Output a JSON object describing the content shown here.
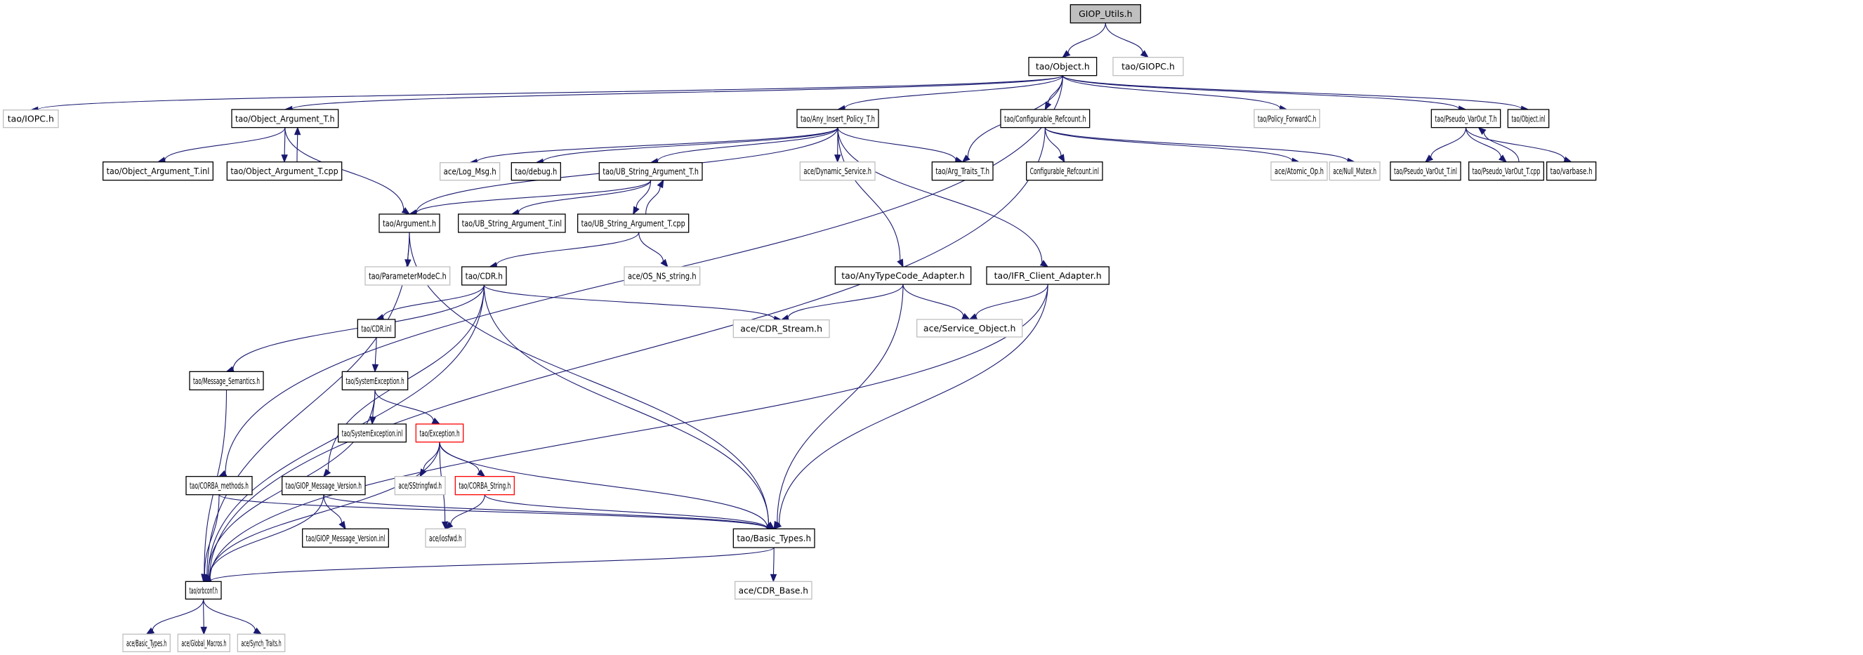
{
  "diagram": {
    "title": "GIOP_Utils.h include dependency graph",
    "colors": {
      "edge": "#191970",
      "root_fill": "#bfbfbf",
      "documented_border": "#000000",
      "undocumented_border": "#bfbfbf",
      "incomplete_border": "#ff0000"
    },
    "nodes": [
      {
        "id": "giop_utils",
        "label": "GIOP_Utils.h",
        "style": "root"
      },
      {
        "id": "object_h",
        "label": "tao/Object.h",
        "style": "normal"
      },
      {
        "id": "giopc_h",
        "label": "tao/GIOPC.h",
        "style": "gray"
      },
      {
        "id": "iopc_h",
        "label": "tao/IOPC.h",
        "style": "gray"
      },
      {
        "id": "object_argument_t_h",
        "label": "tao/Object_Argument_T.h",
        "style": "normal"
      },
      {
        "id": "any_insert_policy_t_h",
        "label": "tao/Any_Insert_Policy_T.h",
        "style": "normal"
      },
      {
        "id": "configurable_refcount_h",
        "label": "tao/Configurable_Refcount.h",
        "style": "normal"
      },
      {
        "id": "policy_forwardc_h",
        "label": "tao/Policy_ForwardC.h",
        "style": "gray"
      },
      {
        "id": "pseudo_varout_t_h",
        "label": "tao/Pseudo_VarOut_T.h",
        "style": "normal"
      },
      {
        "id": "object_inl",
        "label": "tao/Object.inl",
        "style": "normal"
      },
      {
        "id": "object_argument_t_inl",
        "label": "tao/Object_Argument_T.inl",
        "style": "normal"
      },
      {
        "id": "object_argument_t_cpp",
        "label": "tao/Object_Argument_T.cpp",
        "style": "normal"
      },
      {
        "id": "log_msg_h",
        "label": "ace/Log_Msg.h",
        "style": "gray"
      },
      {
        "id": "debug_h",
        "label": "tao/debug.h",
        "style": "normal"
      },
      {
        "id": "ub_string_argument_t_h",
        "label": "tao/UB_String_Argument_T.h",
        "style": "normal"
      },
      {
        "id": "dynamic_service_h",
        "label": "ace/Dynamic_Service.h",
        "style": "gray"
      },
      {
        "id": "arg_traits_t_h",
        "label": "tao/Arg_Traits_T.h",
        "style": "normal"
      },
      {
        "id": "configurable_refcount_inl",
        "label": "Configurable_Refcount.inl",
        "style": "normal"
      },
      {
        "id": "atomic_op_h",
        "label": "ace/Atomic_Op.h",
        "style": "gray"
      },
      {
        "id": "null_mutex_h",
        "label": "ace/Null_Mutex.h",
        "style": "gray"
      },
      {
        "id": "pseudo_varout_t_inl",
        "label": "tao/Pseudo_VarOut_T.inl",
        "style": "normal"
      },
      {
        "id": "pseudo_varout_t_cpp",
        "label": "tao/Pseudo_VarOut_T.cpp",
        "style": "normal"
      },
      {
        "id": "varbase_h",
        "label": "tao/varbase.h",
        "style": "normal"
      },
      {
        "id": "argument_h",
        "label": "tao/Argument.h",
        "style": "normal"
      },
      {
        "id": "ub_string_argument_t_inl",
        "label": "tao/UB_String_Argument_T.inl",
        "style": "normal"
      },
      {
        "id": "ub_string_argument_t_cpp",
        "label": "tao/UB_String_Argument_T.cpp",
        "style": "normal"
      },
      {
        "id": "parametermodec_h",
        "label": "tao/ParameterModeC.h",
        "style": "gray"
      },
      {
        "id": "cdr_h",
        "label": "tao/CDR.h",
        "style": "normal"
      },
      {
        "id": "os_ns_string_h",
        "label": "ace/OS_NS_string.h",
        "style": "gray"
      },
      {
        "id": "anytypecode_adapter_h",
        "label": "tao/AnyTypeCode_Adapter.h",
        "style": "normal"
      },
      {
        "id": "ifr_client_adapter_h",
        "label": "tao/IFR_Client_Adapter.h",
        "style": "normal"
      },
      {
        "id": "cdr_inl",
        "label": "tao/CDR.inl",
        "style": "normal"
      },
      {
        "id": "cdr_stream_h",
        "label": "ace/CDR_Stream.h",
        "style": "gray"
      },
      {
        "id": "service_object_h",
        "label": "ace/Service_Object.h",
        "style": "gray"
      },
      {
        "id": "message_semantics_h",
        "label": "tao/Message_Semantics.h",
        "style": "normal"
      },
      {
        "id": "systemexception_h",
        "label": "tao/SystemException.h",
        "style": "normal"
      },
      {
        "id": "systemexception_inl",
        "label": "tao/SystemException.inl",
        "style": "normal"
      },
      {
        "id": "exception_h",
        "label": "tao/Exception.h",
        "style": "red"
      },
      {
        "id": "corba_methods_h",
        "label": "tao/CORBA_methods.h",
        "style": "normal"
      },
      {
        "id": "giop_message_version_h",
        "label": "tao/GIOP_Message_Version.h",
        "style": "normal"
      },
      {
        "id": "sstringfwd_h",
        "label": "ace/SStringfwd.h",
        "style": "gray"
      },
      {
        "id": "corba_string_h",
        "label": "tao/CORBA_String.h",
        "style": "red"
      },
      {
        "id": "giop_message_version_inl",
        "label": "tao/GIOP_Message_Version.inl",
        "style": "normal"
      },
      {
        "id": "iosfwd_h",
        "label": "ace/iosfwd.h",
        "style": "gray"
      },
      {
        "id": "basic_types_h",
        "label": "tao/Basic_Types.h",
        "style": "normal"
      },
      {
        "id": "orbconf_h",
        "label": "tao/orbconf.h",
        "style": "normal"
      },
      {
        "id": "cdr_base_h",
        "label": "ace/CDR_Base.h",
        "style": "gray"
      },
      {
        "id": "ace_basic_types_h",
        "label": "ace/Basic_Types.h",
        "style": "gray"
      },
      {
        "id": "global_macros_h",
        "label": "ace/Global_Macros.h",
        "style": "gray"
      },
      {
        "id": "synch_traits_h",
        "label": "ace/Synch_Traits.h",
        "style": "gray"
      }
    ],
    "edges": [
      [
        "giop_utils",
        "object_h"
      ],
      [
        "giop_utils",
        "giopc_h"
      ],
      [
        "object_h",
        "iopc_h"
      ],
      [
        "object_h",
        "object_argument_t_h"
      ],
      [
        "object_h",
        "any_insert_policy_t_h"
      ],
      [
        "object_h",
        "arg_traits_t_h"
      ],
      [
        "object_h",
        "configurable_refcount_h"
      ],
      [
        "object_h",
        "policy_forwardc_h"
      ],
      [
        "object_h",
        "pseudo_varout_t_h"
      ],
      [
        "object_h",
        "object_inl"
      ],
      [
        "object_h",
        "corba_methods_h"
      ],
      [
        "object_argument_t_h",
        "object_argument_t_inl"
      ],
      [
        "object_argument_t_h",
        "object_argument_t_cpp"
      ],
      [
        "object_argument_t_cpp",
        "object_argument_t_h"
      ],
      [
        "object_argument_t_h",
        "argument_h"
      ],
      [
        "any_insert_policy_t_h",
        "log_msg_h"
      ],
      [
        "any_insert_policy_t_h",
        "debug_h"
      ],
      [
        "any_insert_policy_t_h",
        "ub_string_argument_t_h"
      ],
      [
        "any_insert_policy_t_h",
        "dynamic_service_h"
      ],
      [
        "any_insert_policy_t_h",
        "arg_traits_t_h"
      ],
      [
        "any_insert_policy_t_h",
        "argument_h"
      ],
      [
        "any_insert_policy_t_h",
        "anytypecode_adapter_h"
      ],
      [
        "any_insert_policy_t_h",
        "ifr_client_adapter_h"
      ],
      [
        "configurable_refcount_h",
        "configurable_refcount_inl"
      ],
      [
        "configurable_refcount_h",
        "atomic_op_h"
      ],
      [
        "configurable_refcount_h",
        "null_mutex_h"
      ],
      [
        "configurable_refcount_h",
        "orbconf_h"
      ],
      [
        "pseudo_varout_t_h",
        "pseudo_varout_t_inl"
      ],
      [
        "pseudo_varout_t_h",
        "pseudo_varout_t_cpp"
      ],
      [
        "pseudo_varout_t_cpp",
        "pseudo_varout_t_h"
      ],
      [
        "pseudo_varout_t_h",
        "varbase_h"
      ],
      [
        "ub_string_argument_t_h",
        "argument_h"
      ],
      [
        "ub_string_argument_t_h",
        "ub_string_argument_t_inl"
      ],
      [
        "ub_string_argument_t_h",
        "ub_string_argument_t_cpp"
      ],
      [
        "ub_string_argument_t_cpp",
        "ub_string_argument_t_h"
      ],
      [
        "ub_string_argument_t_cpp",
        "cdr_h"
      ],
      [
        "ub_string_argument_t_cpp",
        "os_ns_string_h"
      ],
      [
        "argument_h",
        "parametermodec_h"
      ],
      [
        "argument_h",
        "basic_types_h"
      ],
      [
        "argument_h",
        "orbconf_h"
      ],
      [
        "cdr_h",
        "cdr_inl"
      ],
      [
        "cdr_h",
        "cdr_stream_h"
      ],
      [
        "cdr_h",
        "message_semantics_h"
      ],
      [
        "cdr_h",
        "giop_message_version_h"
      ],
      [
        "cdr_h",
        "basic_types_h"
      ],
      [
        "cdr_h",
        "orbconf_h"
      ],
      [
        "anytypecode_adapter_h",
        "cdr_stream_h"
      ],
      [
        "anytypecode_adapter_h",
        "service_object_h"
      ],
      [
        "anytypecode_adapter_h",
        "basic_types_h"
      ],
      [
        "ifr_client_adapter_h",
        "service_object_h"
      ],
      [
        "ifr_client_adapter_h",
        "basic_types_h"
      ],
      [
        "ifr_client_adapter_h",
        "orbconf_h"
      ],
      [
        "cdr_inl",
        "systemexception_h"
      ],
      [
        "systemexception_h",
        "systemexception_inl"
      ],
      [
        "systemexception_h",
        "exception_h"
      ],
      [
        "systemexception_h",
        "orbconf_h"
      ],
      [
        "message_semantics_h",
        "orbconf_h"
      ],
      [
        "exception_h",
        "sstringfwd_h"
      ],
      [
        "exception_h",
        "corba_string_h"
      ],
      [
        "exception_h",
        "iosfwd_h"
      ],
      [
        "exception_h",
        "basic_types_h"
      ],
      [
        "exception_h",
        "orbconf_h"
      ],
      [
        "corba_string_h",
        "iosfwd_h"
      ],
      [
        "corba_string_h",
        "basic_types_h"
      ],
      [
        "corba_methods_h",
        "basic_types_h"
      ],
      [
        "corba_methods_h",
        "orbconf_h"
      ],
      [
        "giop_message_version_h",
        "giop_message_version_inl"
      ],
      [
        "giop_message_version_h",
        "basic_types_h"
      ],
      [
        "giop_message_version_h",
        "orbconf_h"
      ],
      [
        "basic_types_h",
        "cdr_base_h"
      ],
      [
        "basic_types_h",
        "orbconf_h"
      ],
      [
        "orbconf_h",
        "ace_basic_types_h"
      ],
      [
        "orbconf_h",
        "global_macros_h"
      ],
      [
        "orbconf_h",
        "synch_traits_h"
      ]
    ]
  }
}
